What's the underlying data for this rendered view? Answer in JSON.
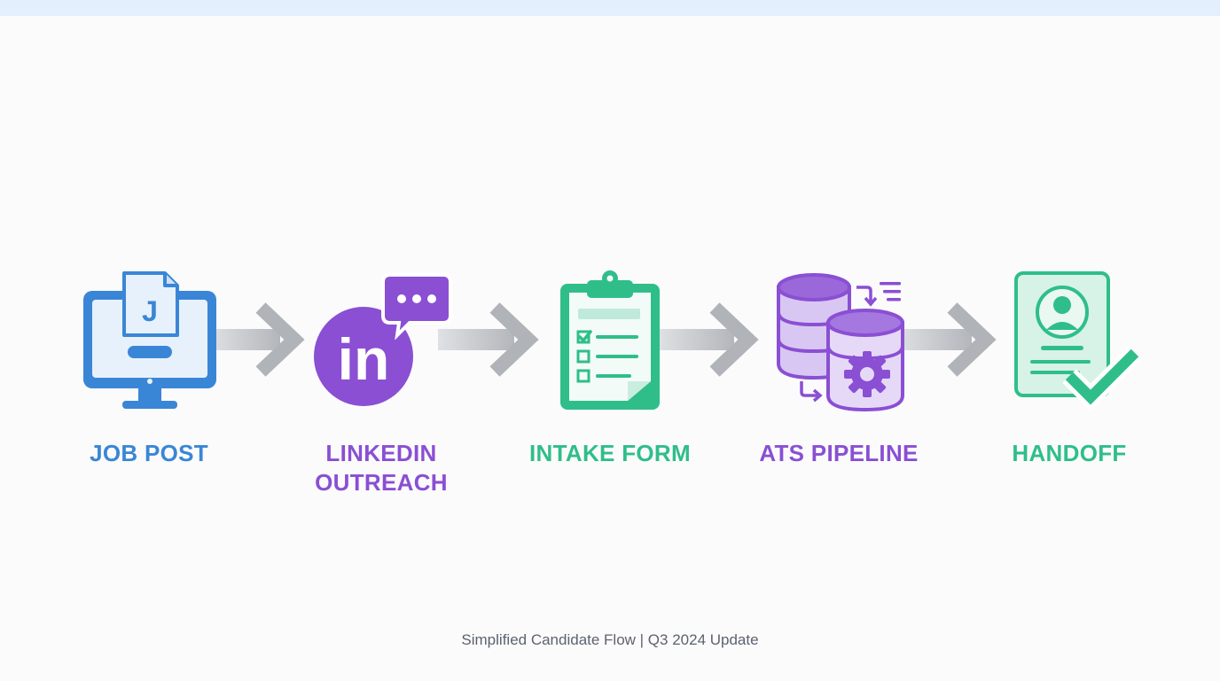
{
  "colors": {
    "blue": "#3a86d6",
    "purple": "#8a4fd3",
    "green": "#2fbe8a",
    "arrow": "#bcbfc4"
  },
  "steps": [
    {
      "label": "JOB POST",
      "icon": "computer-job-post-icon",
      "color": "#3a86d6",
      "badge": "J"
    },
    {
      "label": "LINKEDIN OUTREACH",
      "label_lines": [
        "LINKEDIN",
        "OUTREACH"
      ],
      "icon": "linkedin-chat-icon",
      "color": "#8a4fd3",
      "badge": "in"
    },
    {
      "label": "INTAKE FORM",
      "icon": "clipboard-checklist-icon",
      "color": "#2fbe8a"
    },
    {
      "label": "ATS PIPELINE",
      "icon": "database-gear-icon",
      "color": "#8a4fd3"
    },
    {
      "label": "HANDOFF",
      "icon": "profile-document-check-icon",
      "color": "#2fbe8a"
    }
  ],
  "footer": "Simplified Candidate Flow | Q3 2024 Update"
}
